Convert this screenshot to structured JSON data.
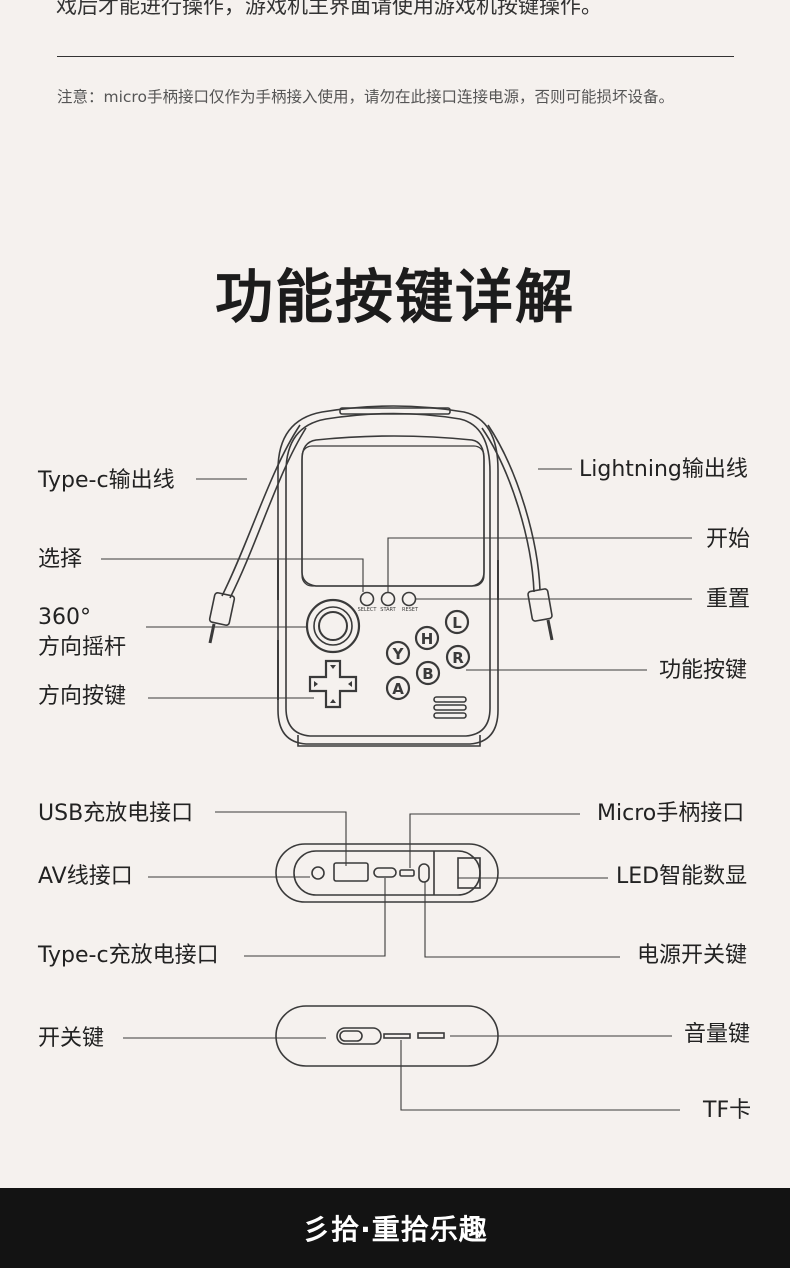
{
  "top_text": "戏后才能进行操作，游戏机主界面请使用游戏机按键操作。",
  "note": "注意：micro手柄接口仅作为手柄接入使用，请勿在此接口连接电源，否则可能损坏设备。",
  "title": "功能按键详解",
  "device_buttons": {
    "select": "SELECT",
    "start": "START",
    "reset": "RESET",
    "face_buttons": [
      "L",
      "H",
      "Y",
      "R",
      "B",
      "A"
    ]
  },
  "labels": {
    "typec_cable": "Type-c输出线",
    "lightning_cable": "Lightning输出线",
    "select": "选择",
    "start": "开始",
    "joystick_line1": "360°",
    "joystick_line2": "方向摇杆",
    "reset": "重置",
    "function_keys": "功能按键",
    "dpad": "方向按键",
    "usb_port": "USB充放电接口",
    "micro_port": "Micro手柄接口",
    "av_port": "AV线接口",
    "led_display": "LED智能数显",
    "typec_port": "Type-c充放电接口",
    "power_switch": "电源开关键",
    "switch_key": "开关键",
    "volume_key": "音量键",
    "tf_card": "TF卡"
  },
  "footer": "彡拾·重拾乐趣"
}
